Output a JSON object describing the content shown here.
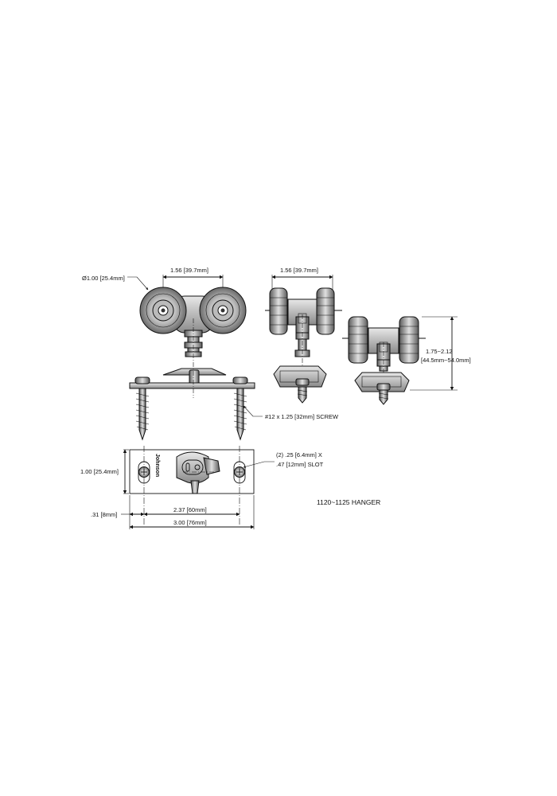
{
  "colors": {
    "line": "#111111",
    "background": "#ffffff",
    "metal_dark": "#4a4a4a",
    "metal_mid": "#8a8a8a",
    "metal_light": "#d6d6d6"
  },
  "dimensions": {
    "wheel_diameter": "Ø1.00 [25.4mm]",
    "front_width": "1.56 [39.7mm]",
    "side_width": "1.56 [39.7mm]",
    "height_range_line1": "1.75~2.12",
    "height_range_line2": "[44.5mm~54.0mm]",
    "screw": "#12 x 1.25 [32mm] SCREW",
    "slot_line1": "(2) .25 [6.4mm] X",
    "slot_line2": ".47 [12mm] SLOT",
    "plate_height": "1.00 [25.4mm]",
    "edge_offset": ".31 [8mm]",
    "hole_spacing": "2.37 [60mm]",
    "plate_length": "3.00 [76mm]"
  },
  "brand_label": "Johnson",
  "title": "1120~1125 HANGER"
}
